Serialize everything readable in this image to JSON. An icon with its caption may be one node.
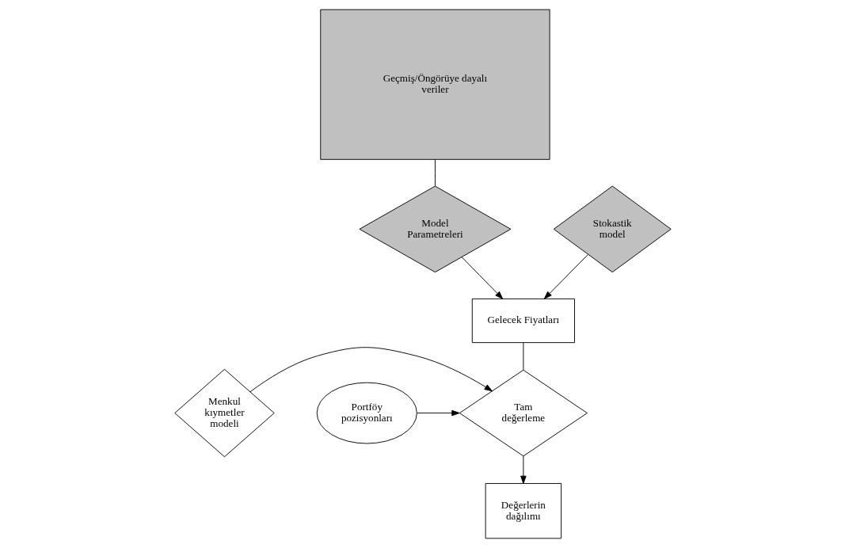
{
  "diagram": {
    "nodes": [
      {
        "text": [
          "Geçmiş/Öngörüye dayalı veriler"
        ]
      },
      {
        "text": [
          "Model Parametreleri"
        ]
      },
      {
        "text": [
          "Stokastik model"
        ]
      },
      {
        "text": [
          "Gelecek Fiyatları"
        ]
      },
      {
        "text": [
          "Menkul kıymetler modeli"
        ]
      },
      {
        "text": [
          "Tam değerleme"
        ]
      },
      {
        "text": [
          "Portföy pozisyonları"
        ]
      },
      {
        "text": [
          "Değerlerin dağılımı"
        ]
      }
    ],
    "edges": [
      {
        "from": 0,
        "to": 1,
        "arrow": "none"
      },
      {
        "from": 1,
        "to": 3,
        "arrow": "to"
      },
      {
        "from": 2,
        "to": 3,
        "arrow": "to"
      },
      {
        "from": 3,
        "to": 5,
        "arrow": "none"
      },
      {
        "from": 4,
        "to": 5,
        "arrow": "to"
      },
      {
        "from": 6,
        "to": 5,
        "arrow": "to"
      },
      {
        "from": 5,
        "to": 7,
        "arrow": "to"
      }
    ]
  }
}
